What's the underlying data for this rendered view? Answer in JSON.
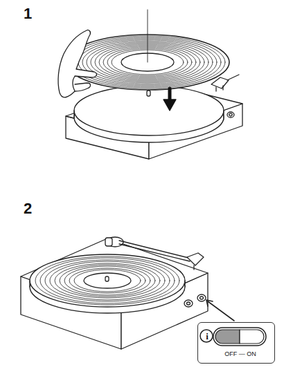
{
  "diagram": {
    "nodes": [
      {
        "text": [
          "i",
          "OFF — ON"
        ]
      }
    ],
    "labels": [
      "1",
      "2"
    ]
  }
}
